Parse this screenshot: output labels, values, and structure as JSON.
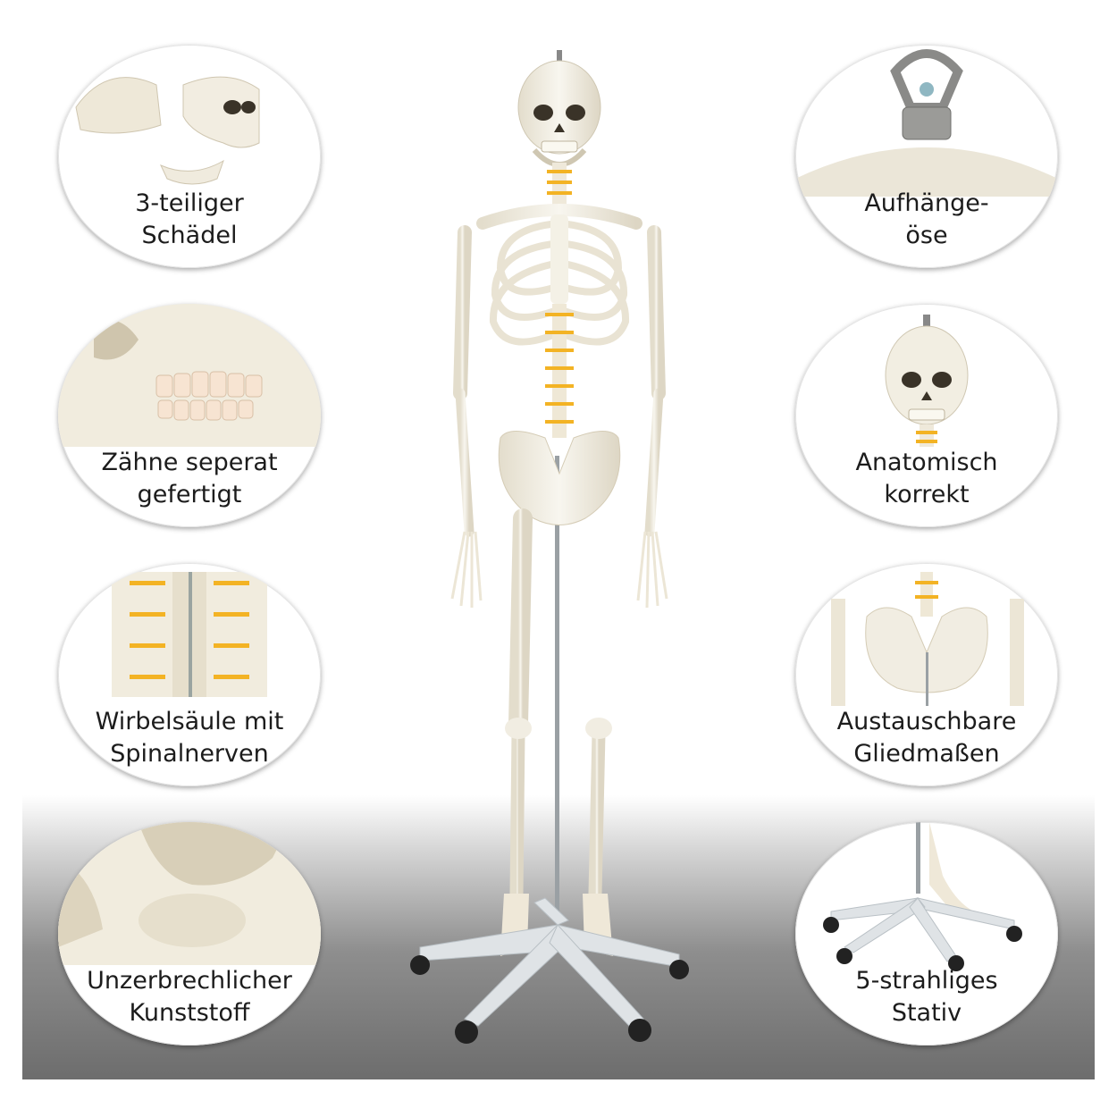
{
  "features": {
    "skull": {
      "line1": "3-teiliger",
      "line2": "Schädel"
    },
    "hook": {
      "line1": "Aufhänge-",
      "line2": "öse"
    },
    "teeth": {
      "line1": "Zähne seperat",
      "line2": "gefertigt"
    },
    "anatomy": {
      "line1": "Anatomisch",
      "line2": "korrekt"
    },
    "spine": {
      "line1": "Wirbelsäule mit",
      "line2": "Spinalnerven"
    },
    "limbs": {
      "line1": "Austauschbare",
      "line2": "Gliedmaßen"
    },
    "plastic": {
      "line1": "Unzerbrechlicher",
      "line2": "Kunststoff"
    },
    "stand": {
      "line1": "5-strahliges",
      "line2": "Stativ"
    }
  },
  "colors": {
    "bone": "#f1ede2",
    "nerve": "#f3b324",
    "stand": "#dfe3e6",
    "wheel": "#222222",
    "text": "#1c1c1c"
  }
}
